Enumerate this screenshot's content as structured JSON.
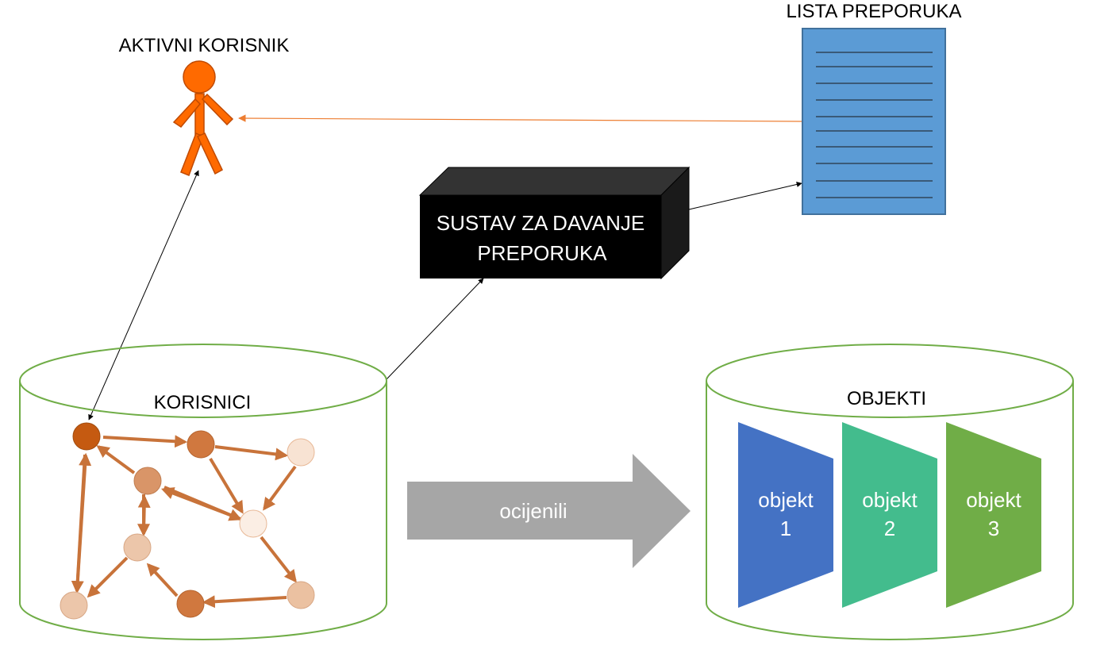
{
  "labels": {
    "active_user": "AKTIVNI KORISNIK",
    "recommendation_list": "LISTA PREPORUKA",
    "system_line1": "SUSTAV ZA DAVANJE",
    "system_line2": "PREPORUKA",
    "users_db": "KORISNICI",
    "objects_db": "OBJEKTI",
    "rated_arrow": "ocijenili"
  },
  "objects": [
    {
      "word": "objekt",
      "number": "1",
      "color": "#4472c4"
    },
    {
      "word": "objekt",
      "number": "2",
      "color": "#43bc8d"
    },
    {
      "word": "objekt",
      "number": "3",
      "color": "#70ad47"
    }
  ],
  "colors": {
    "person": "#ff6a00",
    "cylinder_outline": "#70ad47",
    "document_fill": "#5b9bd5",
    "document_border": "#41719c",
    "network_edge": "#c8733a",
    "gray_arrow": "#a6a6a6",
    "system_box_front": "#000000",
    "system_box_top": "#333333",
    "system_box_side": "#1a1a1a",
    "node_dark": "#c55a11",
    "node_medium": "#d08a58",
    "node_light": "#e6b898",
    "node_lighter": "#f4dcc9"
  },
  "icons": [
    "person-icon",
    "document-icon",
    "database-icon"
  ]
}
